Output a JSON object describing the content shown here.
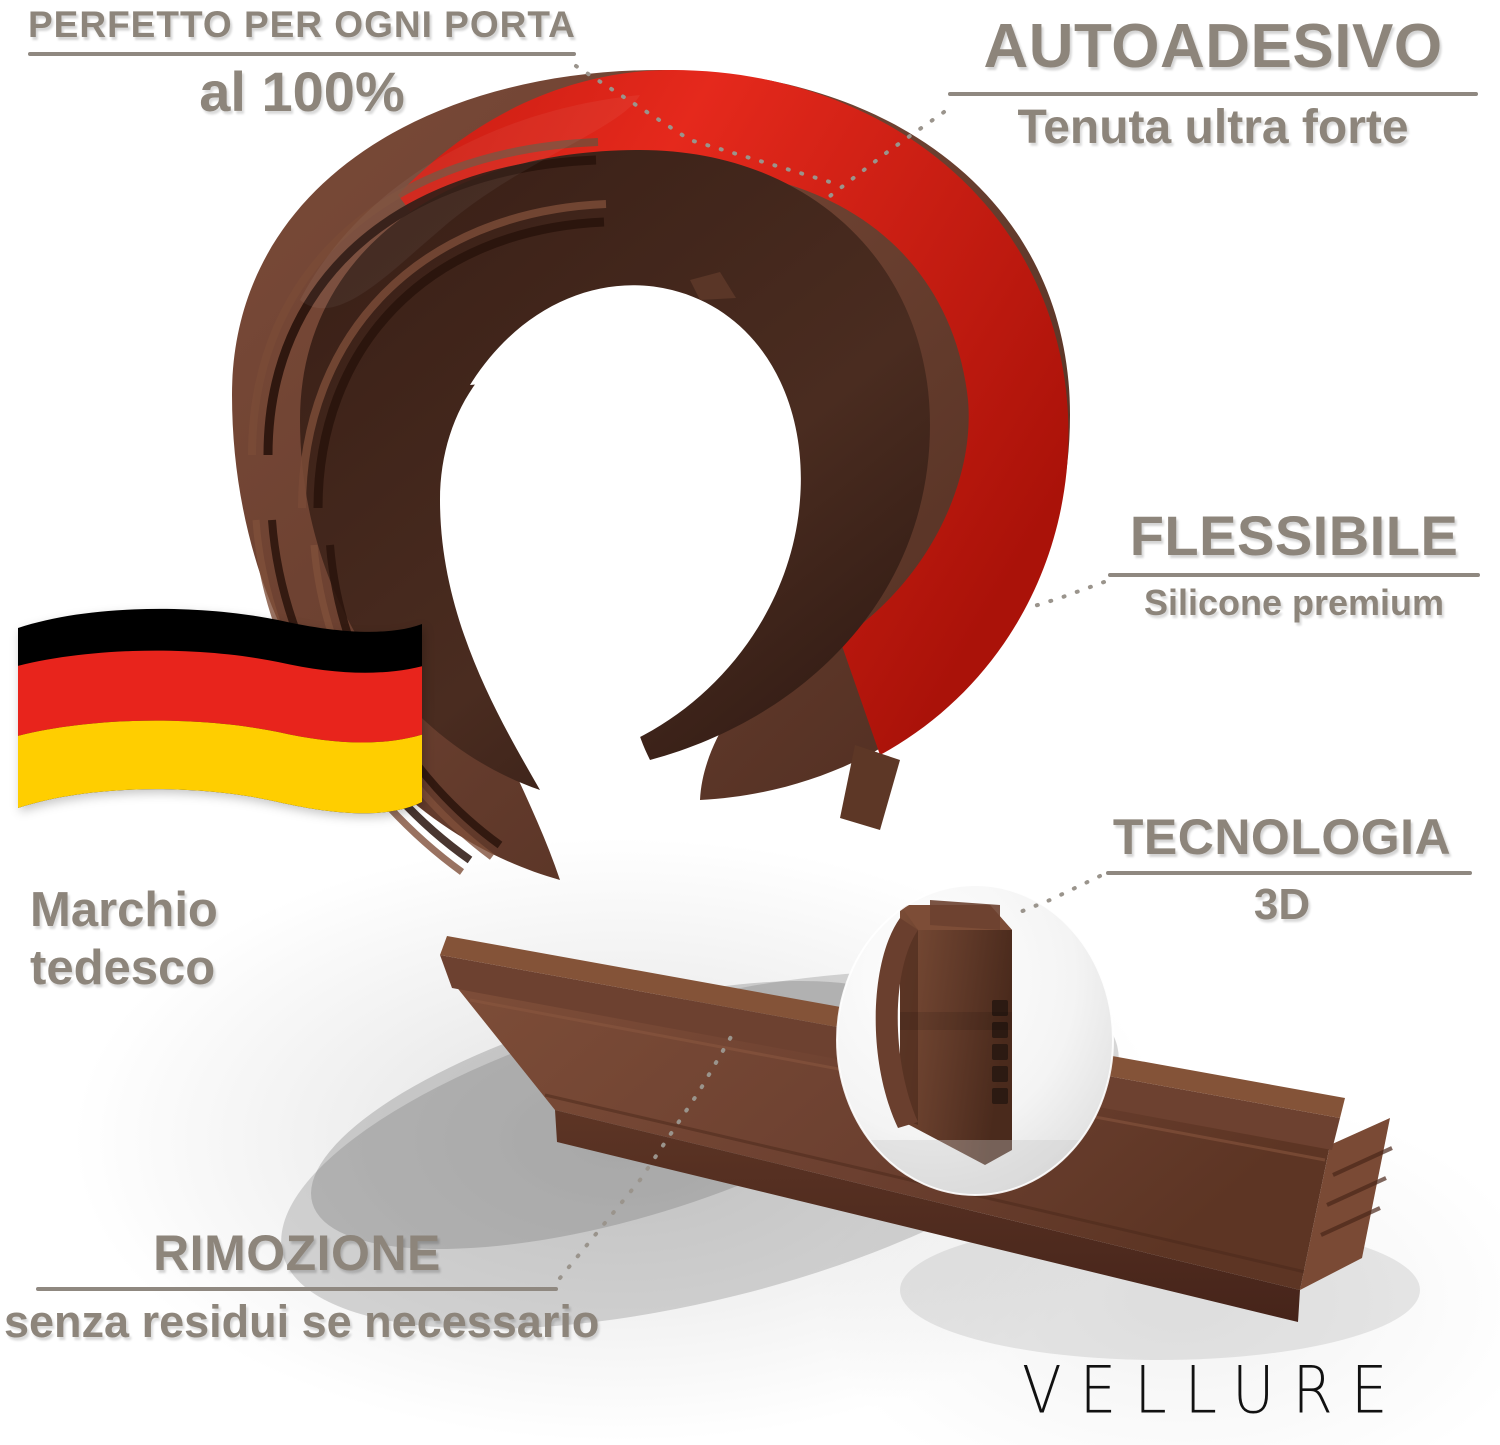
{
  "image": {
    "language": "it",
    "background_color": "#ffffff",
    "accent_text_color": "#8d857b",
    "product_brown": "#6b4030",
    "product_dark_brown": "#3d2318",
    "adhesive_red": "#e02418"
  },
  "callouts": [
    {
      "id": "perfetto",
      "title": "PERFETTO PER OGNI PORTA",
      "subtitle": "al 100%",
      "position": "top-left"
    },
    {
      "id": "autoadesivo",
      "title": "AUTOADESIVO",
      "subtitle": "Tenuta ultra forte",
      "position": "top-right"
    },
    {
      "id": "flessibile",
      "title": "FLESSIBILE",
      "subtitle": "Silicone premium",
      "position": "middle-right"
    },
    {
      "id": "tecnologia",
      "title": "TECNOLOGIA",
      "subtitle": "3D",
      "position": "lower-right"
    },
    {
      "id": "rimozione",
      "title": "RIMOZIONE",
      "subtitle": "senza residui se necessario",
      "position": "bottom-left"
    }
  ],
  "badge": {
    "icon": "german-flag-icon",
    "caption_line_1": "Marchio",
    "caption_line_2": "tedesco",
    "flag_colors": [
      "#000000",
      "#e8241c",
      "#ffce00"
    ]
  },
  "brand": {
    "name": "VELLURE"
  },
  "product": {
    "name": "guarnizione-porta-silicone",
    "description": "Rotolo di guarnizione adesiva in silicone marrone con striscia adesiva rossa",
    "detail_circle": "sezione-profilo-3d"
  }
}
